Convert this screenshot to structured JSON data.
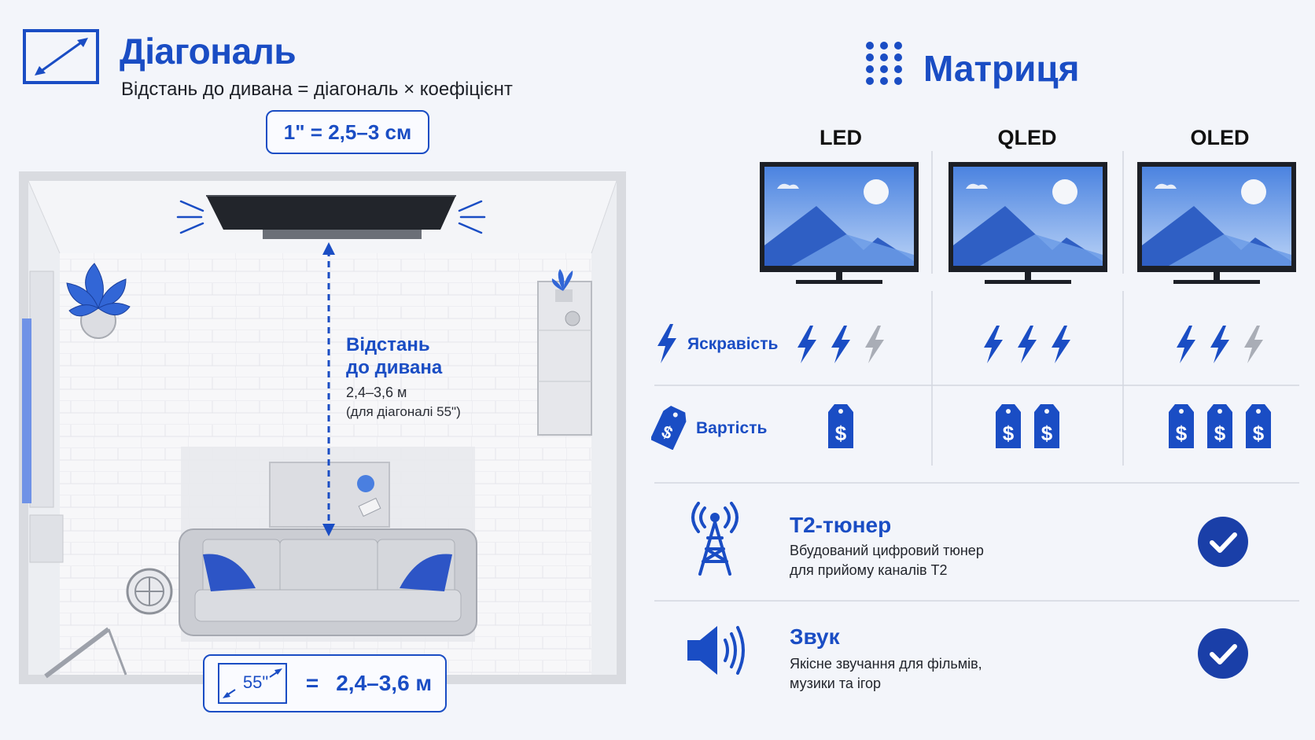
{
  "left": {
    "title": "Діагональ",
    "formula": "Відстань до дивана = діагональ × коефіцієнт",
    "ratio": "1\" = 2,5–3 см",
    "distance_label": [
      "Відстань",
      "до дивана"
    ],
    "distance_value": "2,4–3,6 м",
    "distance_note": "(для діагоналі 55\")",
    "bottom_size": "55\"",
    "bottom_equals": "=",
    "bottom_value": "2,4–3,6 м"
  },
  "right": {
    "title": "Матриця",
    "columns": [
      "LED",
      "QLED",
      "OLED"
    ],
    "rows": [
      {
        "label": "Яскравість",
        "icon": "lightning-icon",
        "levels": [
          2,
          3,
          2
        ],
        "max": 3
      },
      {
        "label": "Вартість",
        "icon": "price-tag-icon",
        "levels": [
          1,
          2,
          3
        ]
      }
    ],
    "features": [
      {
        "title": "Т2-тюнер",
        "desc": [
          "Вбудований цифровий тюнер",
          "для прийому каналів Т2"
        ],
        "icon": "antenna-icon",
        "checked": true
      },
      {
        "title": "Звук",
        "desc": [
          "Якісне звучання для фільмів,",
          "музики та ігор"
        ],
        "icon": "speaker-icon",
        "checked": true
      }
    ]
  },
  "colors": {
    "accent": "#1a4dc4",
    "dim": "#a9adb6",
    "dark": "#1c1f26"
  }
}
